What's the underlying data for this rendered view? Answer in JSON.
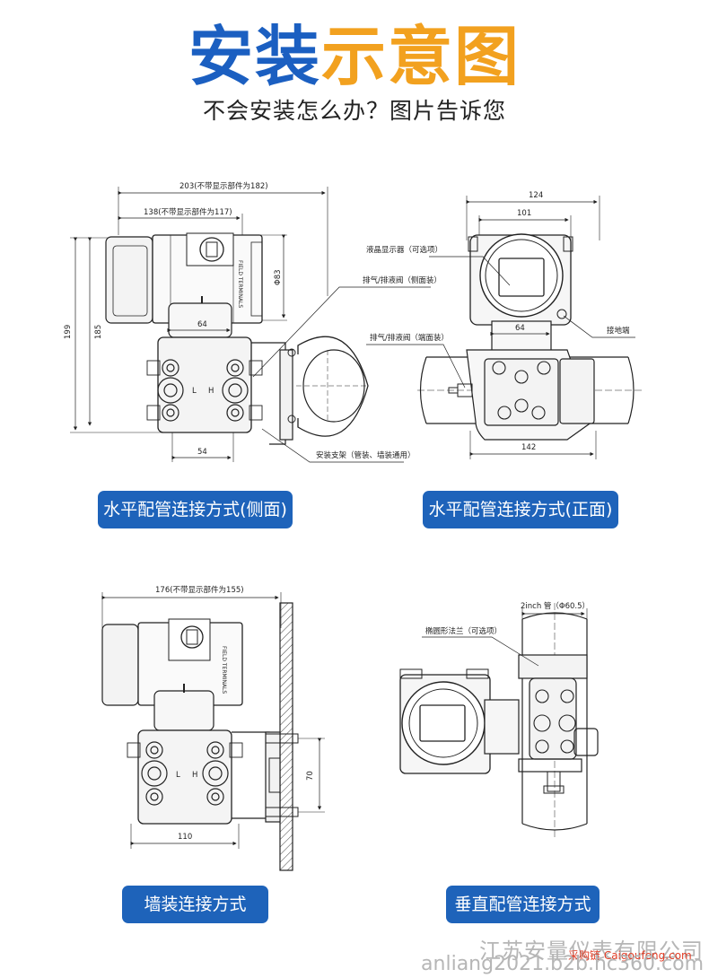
{
  "header": {
    "title_part1": "安装",
    "title_part2": "示意图",
    "subtitle": "不会安装怎么办？图片告诉您"
  },
  "colors": {
    "accent": "#1e63ba",
    "title_blue": "#1b5fc1",
    "title_orange": "#f2a11f"
  },
  "diagrams": [
    {
      "caption": "水平配管连接方式(侧面)",
      "dims": {
        "d203": "203(不带显示部件为182)",
        "d138": "138(不带显示部件为117)",
        "d199": "199",
        "d185": "185",
        "d83": "Φ83",
        "d64": "64",
        "d54": "54"
      },
      "labels": {
        "field": "FIELD TERMINALS",
        "vent_side": "排气/排液阀（侧面装）",
        "bracket": "安装支架（管装、墙装通用）",
        "L": "L",
        "H": "H"
      }
    },
    {
      "caption": "水平配管连接方式(正面)",
      "dims": {
        "d124": "124",
        "d101": "101",
        "d64": "64",
        "d142": "142"
      },
      "labels": {
        "lcd": "液晶显示器（可选项）",
        "vent_end": "排气/排液阀（端面装）",
        "ground": "接地端"
      }
    },
    {
      "caption": "墙装连接方式",
      "dims": {
        "d176": "176(不带显示部件为155)",
        "d70": "70",
        "d110": "110"
      },
      "labels": {
        "field": "FIELD TERMINALS",
        "L": "L",
        "H": "H"
      }
    },
    {
      "caption": "垂直配管连接方式",
      "dims": {
        "pipe": "2inch 管（Φ60.5）"
      },
      "labels": {
        "flange": "椭圆形法兰（可选项）"
      }
    }
  ],
  "watermark": {
    "company": "江苏安量仪表有限公司",
    "site": "anliang2021.b2b.hc360.com",
    "caigou": "采购链 Caigoufeng.com"
  }
}
